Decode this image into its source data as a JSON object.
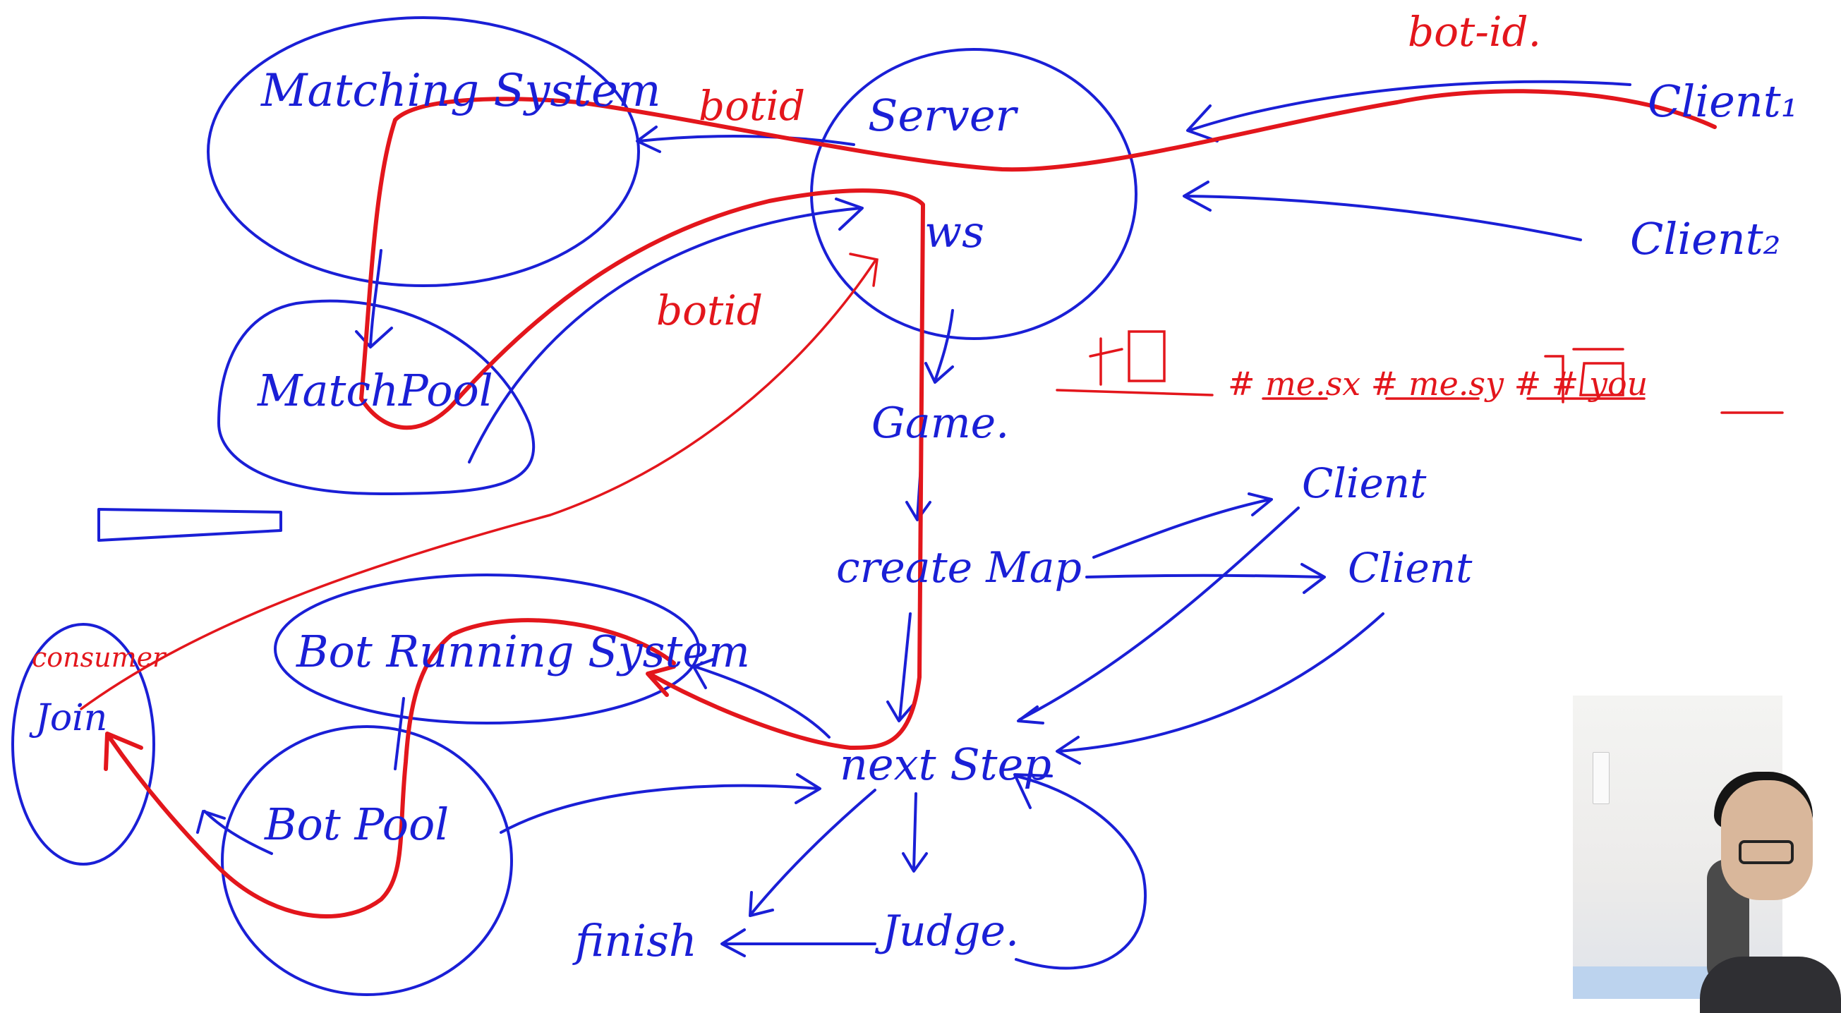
{
  "labels": {
    "matching_system": "Matching System",
    "match_pool": "MatchPool",
    "server": "Server",
    "ws": "ws",
    "game": "Game.",
    "create_map": "create Map",
    "next_step": "next Step",
    "judge": "Judge.",
    "finish": "finish",
    "bot_running_system": "Bot Running System",
    "bot_pool": "Bot Pool",
    "consumer": "consumer",
    "join": "Join",
    "client_1": "Client₁",
    "client_2": "Client₂",
    "client_a": "Client",
    "client_b": "Client",
    "botid_top": "botid",
    "botid_mid": "botid",
    "bot_id_top_right": "bot-id.",
    "msg_row": "# me.sx  # me.sy  #  # you"
  },
  "colors": {
    "blue_ink": "#1a1fd6",
    "red_ink": "#e3161c",
    "board": "#ffffff"
  }
}
